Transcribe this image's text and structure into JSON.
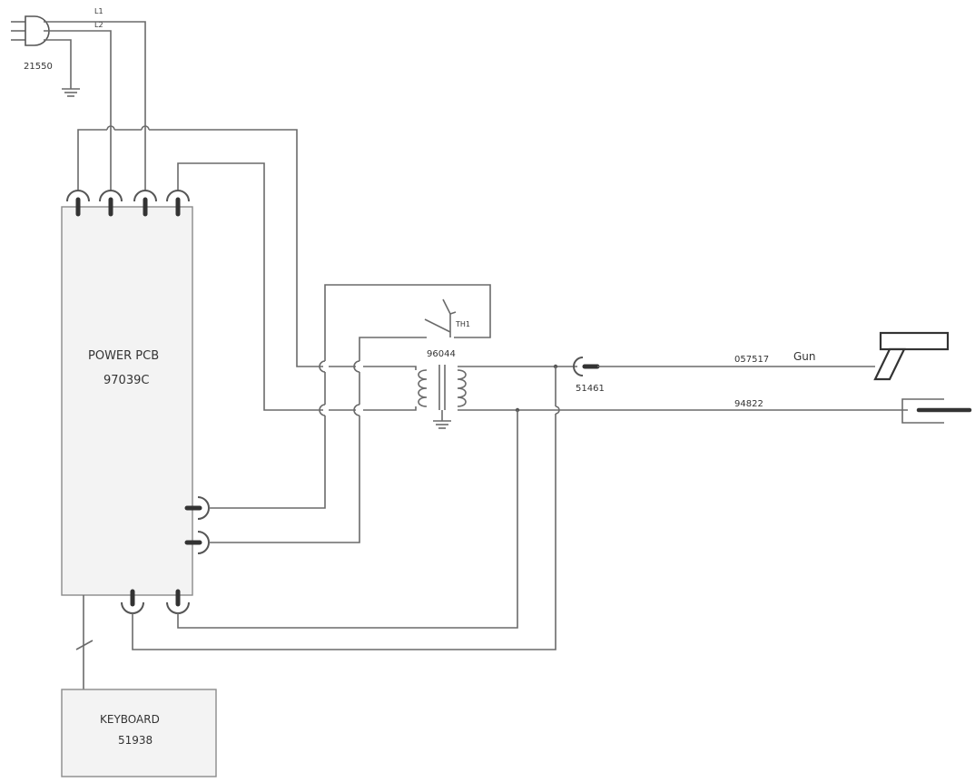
{
  "plug": {
    "id": "21550",
    "line1_label": "L1",
    "line2_label": "L2"
  },
  "power_pcb": {
    "title": "POWER PCB",
    "part": "97039C"
  },
  "keyboard": {
    "title": "KEYBOARD",
    "part": "51938"
  },
  "transformer": {
    "part": "96044"
  },
  "thermal_switch": {
    "label": "TH1"
  },
  "connector": {
    "part": "51461"
  },
  "gun_cable": {
    "part": "057517",
    "label": "Gun"
  },
  "work_cable": {
    "part": "94822"
  },
  "colors": {
    "wire": "#6a6a6a",
    "box_fill": "#f3f3f3",
    "box_stroke": "#8a8a8a",
    "connector": "#333333"
  }
}
